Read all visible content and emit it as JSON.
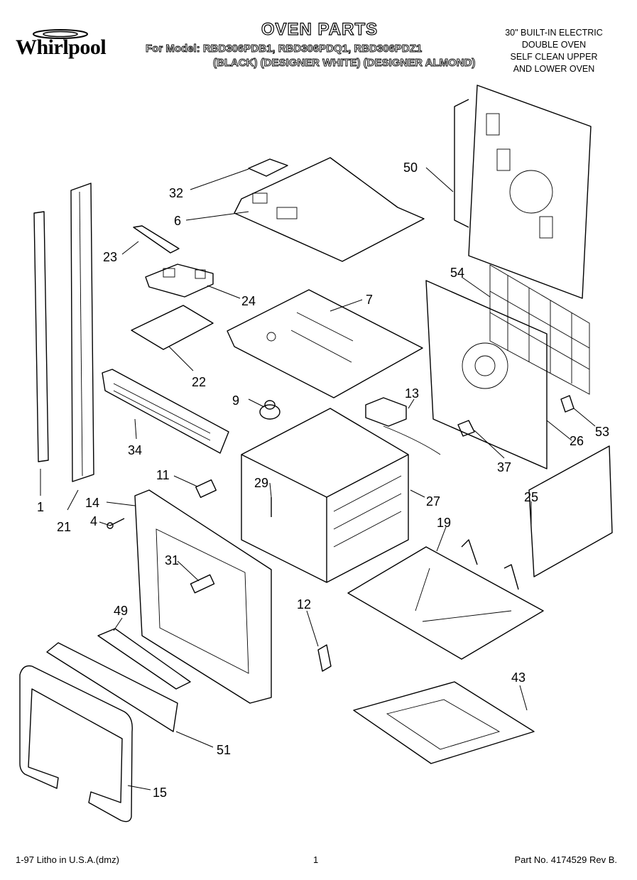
{
  "header": {
    "brand": "Whirlpool",
    "title": "OVEN PARTS",
    "models": "For Model: RBD306PDB1, RBD306PDQ1, RBD306PDZ1",
    "colors": "(BLACK) (DESIGNER WHITE) (DESIGNER ALMOND)",
    "description": [
      "30\" BUILT-IN ELECTRIC",
      "DOUBLE OVEN",
      "SELF CLEAN UPPER",
      "AND LOWER OVEN"
    ]
  },
  "footer": {
    "left": "1-97 Litho in U.S.A.(dmz)",
    "page": "1",
    "right": "Part No. 4174529 Rev B."
  },
  "callouts": {
    "p1": "1",
    "p4": "4",
    "p6": "6",
    "p7": "7",
    "p9": "9",
    "p11": "11",
    "p12": "12",
    "p13": "13",
    "p14": "14",
    "p15": "15",
    "p19": "19",
    "p21": "21",
    "p22": "22",
    "p23": "23",
    "p24": "24",
    "p25": "25",
    "p26": "26",
    "p27": "27",
    "p29": "29",
    "p31": "31",
    "p32": "32",
    "p34": "34",
    "p37": "37",
    "p43": "43",
    "p49": "49",
    "p50": "50",
    "p51": "51",
    "p53": "53",
    "p54": "54"
  }
}
